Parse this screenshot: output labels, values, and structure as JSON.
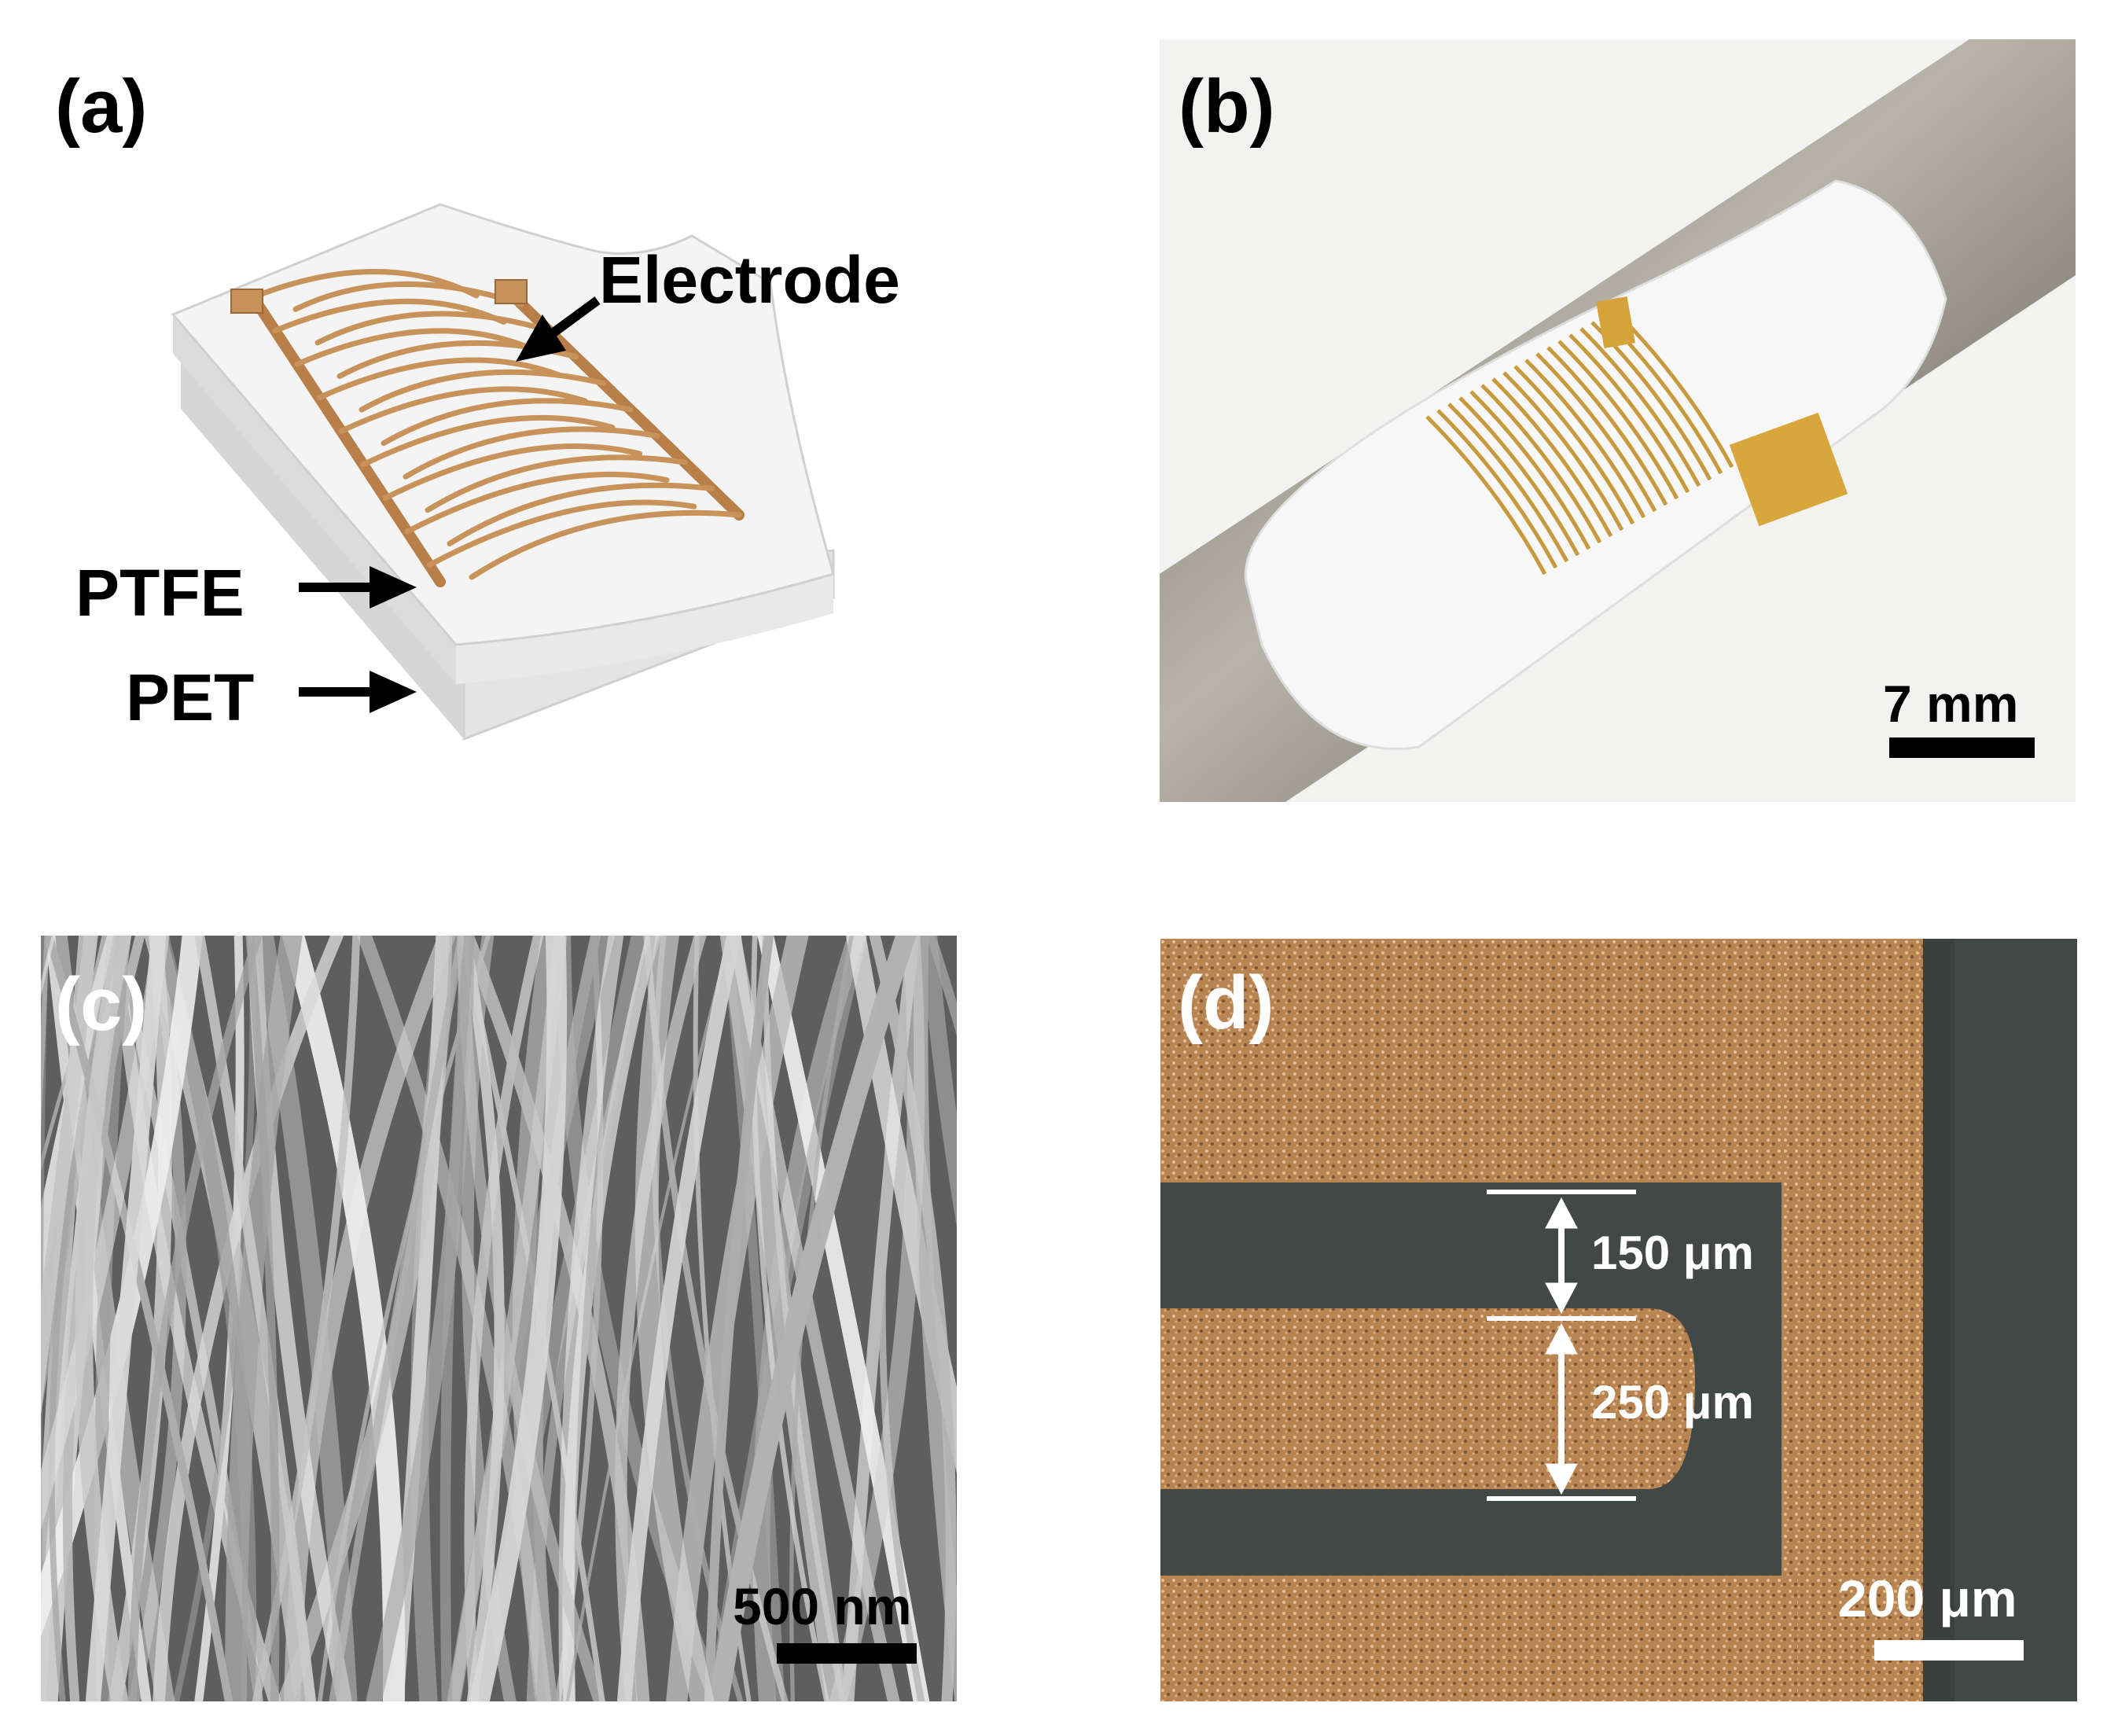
{
  "panels": {
    "a": {
      "label": "(a)",
      "labels": {
        "electrode": "Electrode",
        "ptfe": "PTFE",
        "pet": "PET"
      }
    },
    "b": {
      "label": "(b)",
      "scale_bar": "7 mm"
    },
    "c": {
      "label": "(c)",
      "scale_bar": "500 nm"
    },
    "d": {
      "label": "(d)",
      "scale_bar": "200 μm",
      "dim_top": "150 μm",
      "dim_bottom": "250 μm"
    }
  },
  "colors": {
    "electrode": "#c8935a",
    "electrode_dark": "#a06a3a",
    "substrate": "#f1f1f1",
    "rod": "#8f8a80",
    "sem_bg": "#5e5e5e",
    "copper": "#b48250",
    "sample_bg": "#424845"
  }
}
